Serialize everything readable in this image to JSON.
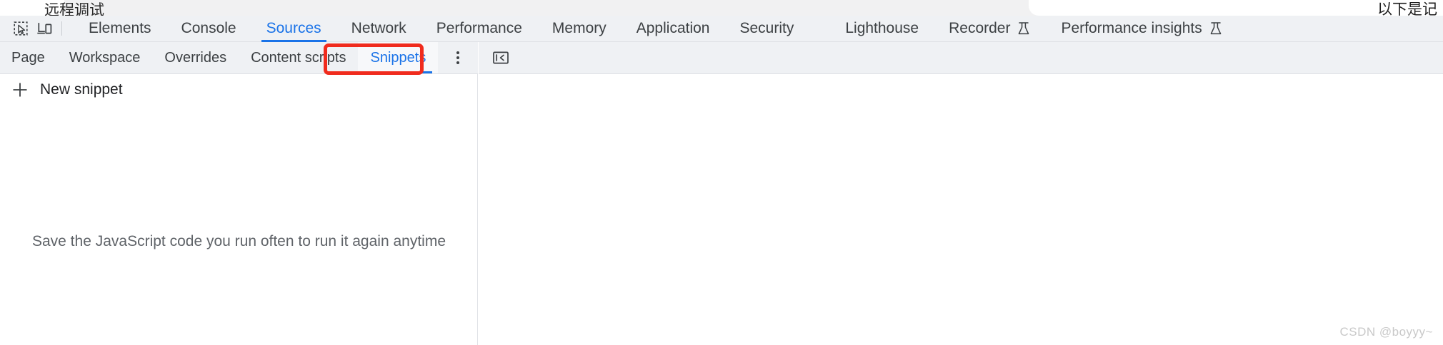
{
  "page_behind": {
    "left_text": "远程调试",
    "right_text": "以下是记"
  },
  "devtools": {
    "toolbar_icons": [
      {
        "name": "inspect-element-icon",
        "title": "Inspect element"
      },
      {
        "name": "device-toolbar-icon",
        "title": "Toggle device toolbar"
      }
    ],
    "main_tabs": [
      {
        "label": "Elements",
        "selected": false,
        "experimental": false
      },
      {
        "label": "Console",
        "selected": false,
        "experimental": false
      },
      {
        "label": "Sources",
        "selected": true,
        "experimental": false
      },
      {
        "label": "Network",
        "selected": false,
        "experimental": false
      },
      {
        "label": "Performance",
        "selected": false,
        "experimental": false
      },
      {
        "label": "Memory",
        "selected": false,
        "experimental": false
      },
      {
        "label": "Application",
        "selected": false,
        "experimental": false
      },
      {
        "label": "Security",
        "selected": false,
        "experimental": false
      },
      {
        "label": "Lighthouse",
        "selected": false,
        "experimental": false
      },
      {
        "label": "Recorder",
        "selected": false,
        "experimental": true
      },
      {
        "label": "Performance insights",
        "selected": false,
        "experimental": true
      }
    ],
    "sources_subtabs": [
      {
        "label": "Page",
        "selected": false
      },
      {
        "label": "Workspace",
        "selected": false
      },
      {
        "label": "Overrides",
        "selected": false
      },
      {
        "label": "Content scripts",
        "selected": false
      },
      {
        "label": "Snippets",
        "selected": true
      }
    ],
    "more_options": {
      "name": "more-options-icon",
      "title": "More options"
    },
    "collapse_sidebar": {
      "name": "collapse-sidebar-icon",
      "title": "Show navigator"
    },
    "snippets_panel": {
      "new_snippet_label": "New snippet",
      "empty_hint": "Save the JavaScript code you run often to run it again anytime"
    },
    "accent_color": "#1a73e8",
    "annotation_color": "#f02b1d",
    "toolbar_background": "#eff1f4"
  },
  "watermark": "CSDN @boyyy~"
}
